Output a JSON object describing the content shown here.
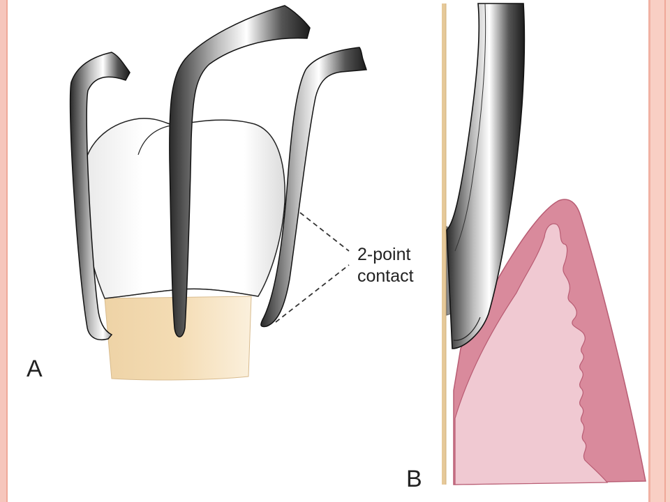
{
  "figure": {
    "callout_line1": "2-point",
    "callout_line2": "contact",
    "panel_a_label": "A",
    "panel_b_label": "B"
  },
  "colors": {
    "frame_pink": "#f6c6bc",
    "tooth_crown": "#ffffff",
    "root": "#f2d9b0",
    "gingiva_light": "#efc5cd",
    "gingiva_dark": "#d98094",
    "instrument_metal": "#6a6a6a",
    "calculus": "#8a8a8a"
  }
}
